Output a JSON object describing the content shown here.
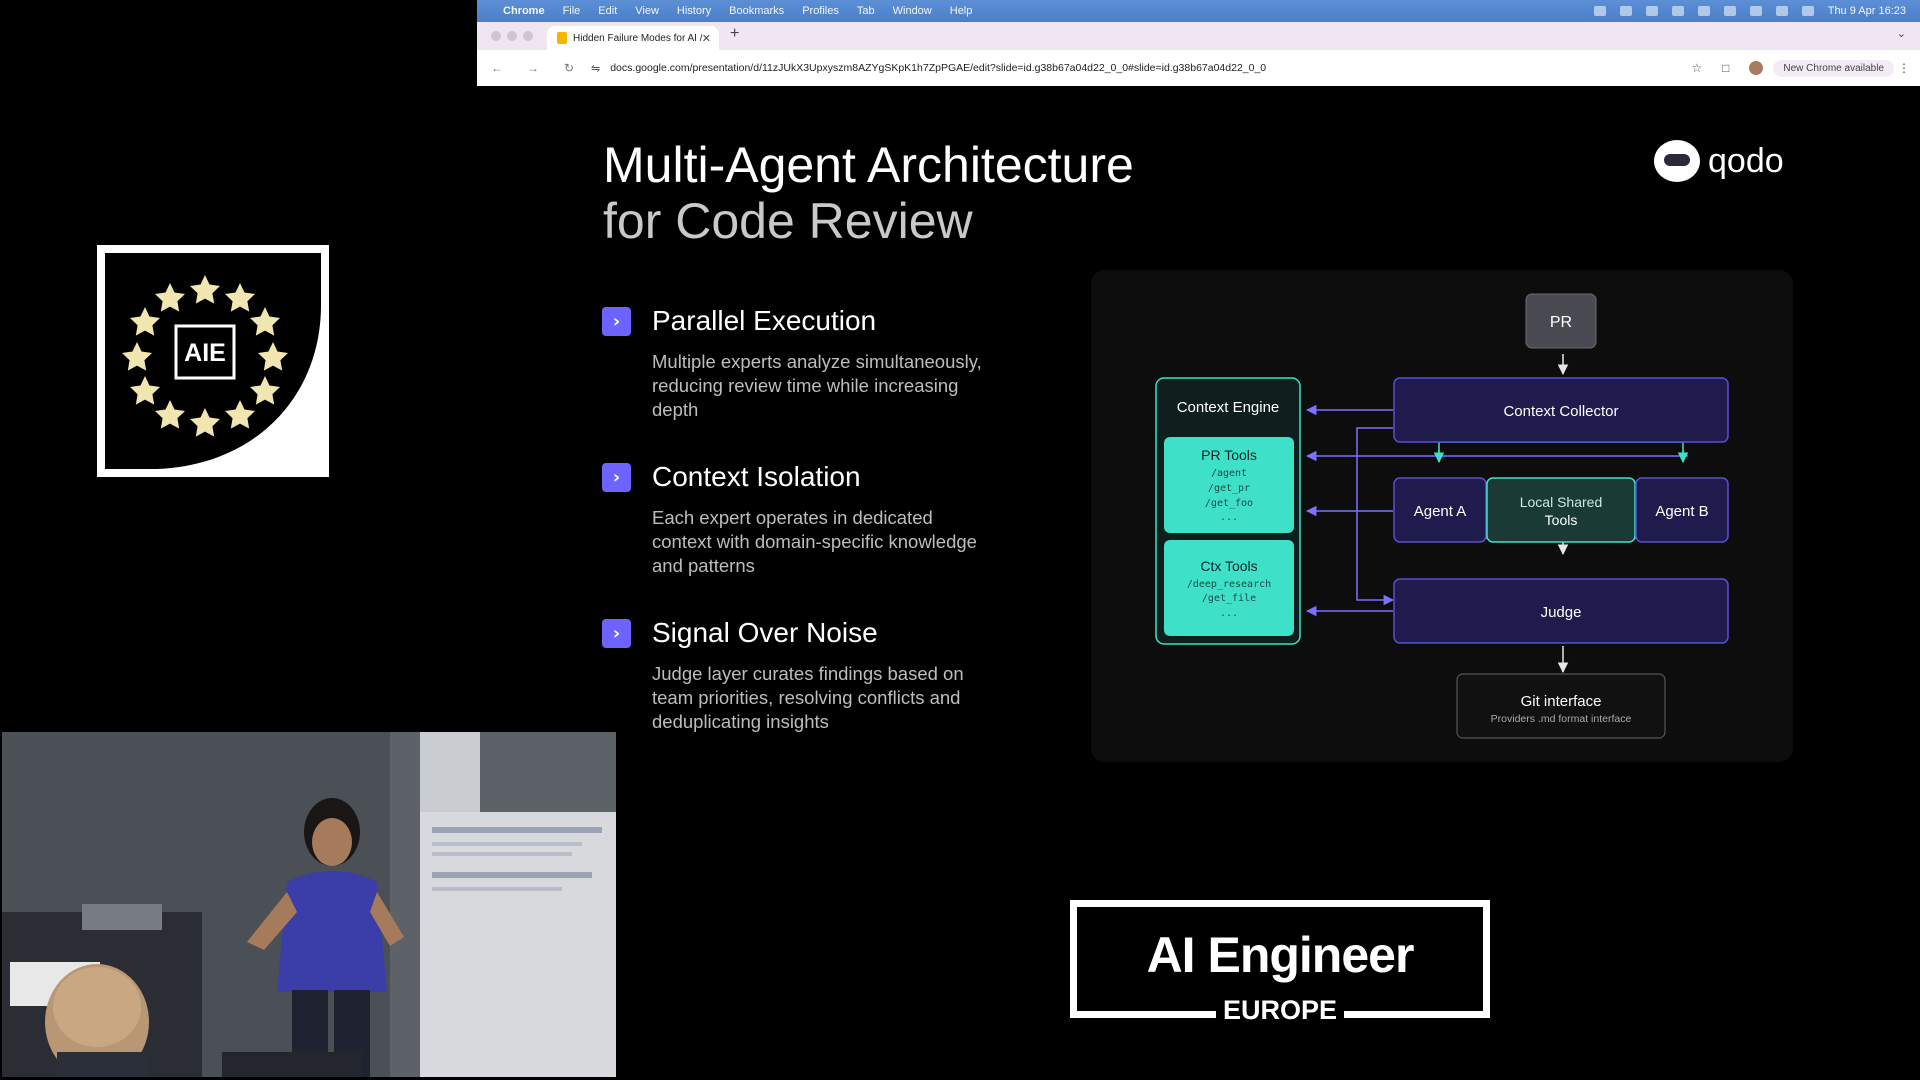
{
  "browser": {
    "menubar": {
      "app": "Chrome",
      "items": [
        "File",
        "Edit",
        "View",
        "History",
        "Bookmarks",
        "Profiles",
        "Tab",
        "Window",
        "Help"
      ],
      "clock": "Thu 9 Apr 16:23"
    },
    "tab": {
      "title": "Hidden Failure Modes for AI /",
      "close": "✕"
    },
    "new_tab": "+",
    "url": "docs.google.com/presentation/d/11zJUkX3Upxyszm8AZYgSKpK1h7ZpPGAE/edit?slide=id.g38b67a04d22_0_0#slide=id.g38b67a04d22_0_0",
    "update_label": "New Chrome available"
  },
  "slide": {
    "title_line1": "Multi-Agent Architecture",
    "title_line2": "for Code Review",
    "brand": "qodo",
    "features": [
      {
        "heading": "Parallel Execution",
        "desc": "Multiple experts analyze simultaneously, reducing review time while increasing depth"
      },
      {
        "heading": "Context Isolation",
        "desc": "Each expert operates in dedicated context with domain-specific knowledge and patterns"
      },
      {
        "heading": "Signal Over Noise",
        "desc": "Judge layer curates findings based on team priorities, resolving conflicts and deduplicating insights"
      }
    ],
    "diagram": {
      "pr": "PR",
      "context_engine": "Context Engine",
      "pr_tools": {
        "title": "PR Tools",
        "items": [
          "/agent",
          "/get_pr",
          "/get_foo",
          "..."
        ]
      },
      "ctx_tools": {
        "title": "Ctx Tools",
        "items": [
          "/deep_research",
          "/get_file",
          "..."
        ]
      },
      "context_collector": "Context Collector",
      "agent_a": "Agent A",
      "local_shared_tools": [
        "Local Shared",
        "Tools"
      ],
      "agent_b": "Agent B",
      "judge": "Judge",
      "git_interface": {
        "title": "Git interface",
        "subtitle": "Providers .md format interface"
      }
    }
  },
  "conference": {
    "badge": "AIE",
    "name": "AI Engineer",
    "region": "EUROPE"
  },
  "colors": {
    "accent": "#6d63ff",
    "node_fill": "#1f1b4d",
    "node_stroke": "#5a4fd6",
    "teal": "#3fe0c8",
    "panel": "#0d0d0d"
  }
}
